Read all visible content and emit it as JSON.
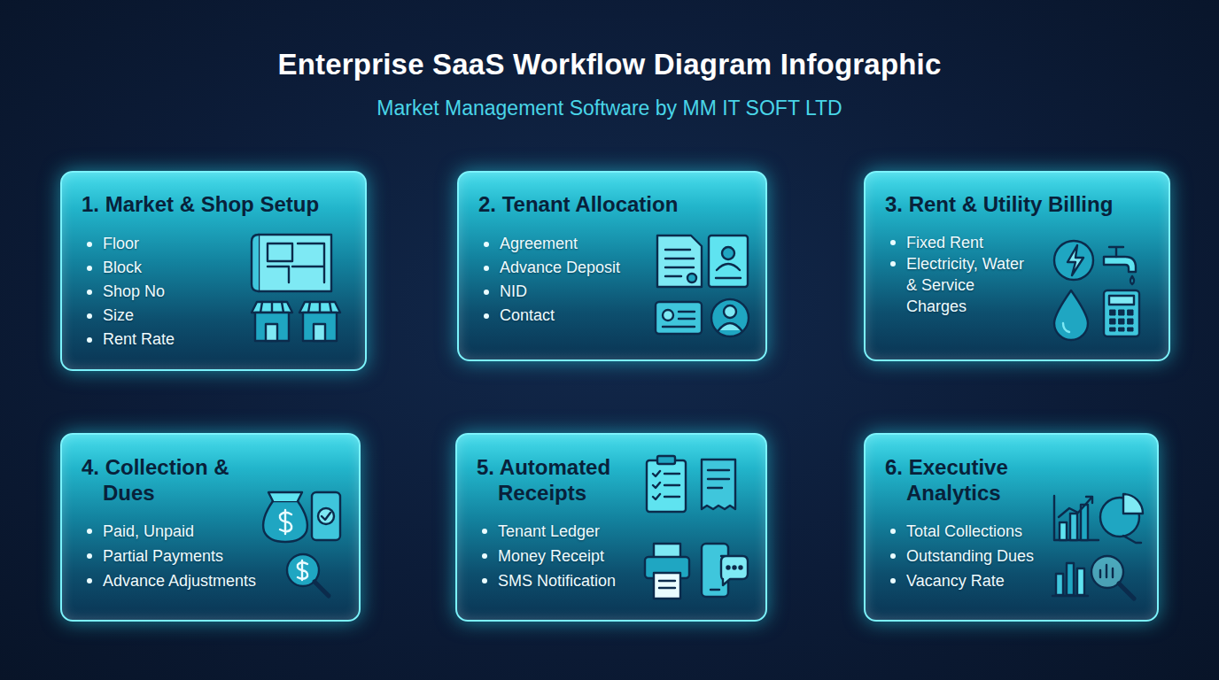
{
  "diagram": {
    "title": "Enterprise SaaS Workflow Diagram Infographic",
    "nodes": [
      {
        "text": [
          "1. Market & Shop Setup",
          "Floor",
          "Block",
          "Shop No",
          "Size",
          "Rent Rate"
        ]
      },
      {
        "text": [
          "2. Tenant Allocation",
          "Agreement",
          "Advance Deposit",
          "NID",
          "Contact"
        ]
      },
      {
        "text": [
          "3. Rent & Utility Billing",
          "Fixed Rent",
          "Electricity, Water & Service Charges"
        ]
      },
      {
        "text": [
          "4. Collection & Dues",
          "Paid, Unpaid",
          "Partial Payments",
          "Advance Adjustments"
        ]
      },
      {
        "text": [
          "5. Automated Receipts",
          "Tenant Ledger",
          "Money Receipt",
          "SMS Notification"
        ]
      },
      {
        "text": [
          "6. Executive Analytics",
          "Total Collections",
          "Outstanding Dues",
          "Vacancy Rate"
        ]
      }
    ],
    "edges": [
      {
        "from": 0,
        "to": 1,
        "arrow": "to"
      },
      {
        "from": 1,
        "to": 2,
        "arrow": "to"
      },
      {
        "from": 2,
        "to": 5,
        "arrow": "to"
      },
      {
        "from": 3,
        "to": 4,
        "arrow": "to"
      },
      {
        "from": 4,
        "to": 5,
        "arrow": "to"
      }
    ],
    "labels": [
      "Market Management Software by MM IT SOFT LTD"
    ]
  }
}
